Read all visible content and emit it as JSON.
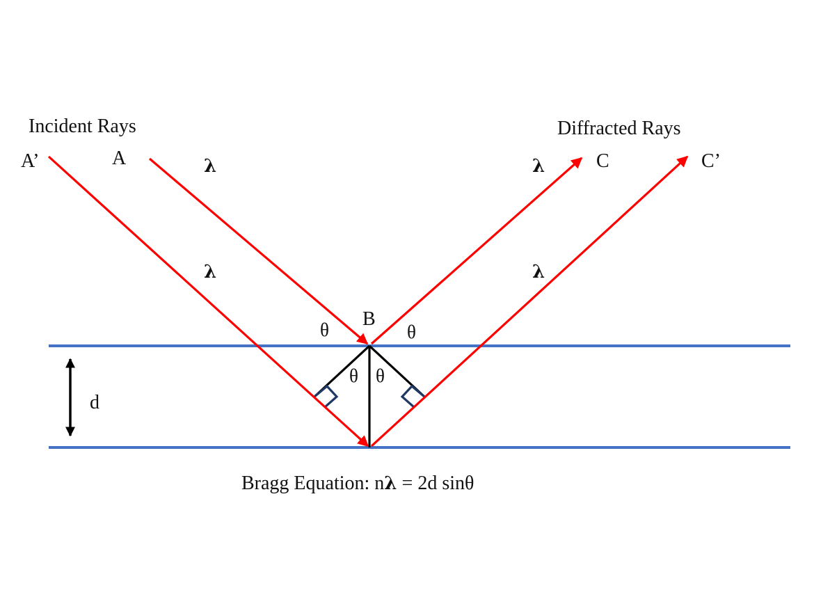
{
  "diagram": {
    "title": "Bragg Diffraction",
    "colors": {
      "ray": "#ff0000",
      "plane": "#4472c4",
      "construction": "#000000",
      "right_angle_marker": "#1f3864",
      "text": "#111111"
    },
    "labels": {
      "incident_rays": "Incident Rays",
      "diffracted_rays": "Diffracted Rays",
      "point_a_prime": "A’",
      "point_a": "A",
      "point_b": "B",
      "point_c": "C",
      "point_c_prime": "C’",
      "spacing": "d",
      "wavelength": "λ",
      "angle": "θ"
    },
    "equation": {
      "prefix": "Bragg Equation: n",
      "lambda": "λ",
      "suffix": " = 2d sinθ"
    },
    "rays": [
      {
        "id": "incident-ray-a-prime",
        "from": "A’",
        "to": "lower plane",
        "type": "incident"
      },
      {
        "id": "incident-ray-a",
        "from": "A",
        "to": "B",
        "type": "incident"
      },
      {
        "id": "diffracted-ray-c",
        "from": "B",
        "to": "C",
        "type": "diffracted"
      },
      {
        "id": "diffracted-ray-c-prime",
        "from": "lower plane",
        "to": "C’",
        "type": "diffracted"
      }
    ],
    "planes": [
      "upper-lattice-plane",
      "lower-lattice-plane"
    ]
  }
}
